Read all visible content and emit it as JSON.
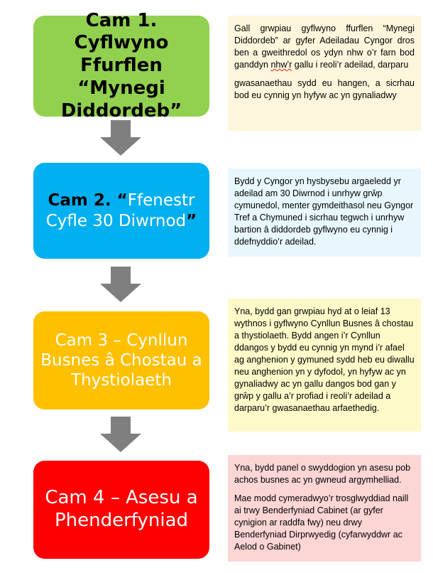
{
  "stages": [
    {
      "line1": "Cam 1. Cyflwyno",
      "line2": "Ffurflen “Mynegi",
      "line3": "Diddordeb”"
    },
    {
      "prefix": "Cam 2. “",
      "accent1": "Ffenestr",
      "accent2": "Cyfle 30 Diwrnod",
      "suffix": "”"
    },
    {
      "line1": "Cam 3 – Cynllun",
      "line2": "Busnes â Chostau a",
      "line3": "Thystiolaeth"
    },
    {
      "line1": "Cam 4 – Asesu a",
      "line2": "Phenderfyniad"
    }
  ],
  "notes": [
    {
      "p1_before": "Gall grwpiau gyflwyno ffurflen “Mynegi Diddordeb” ar gyfer Adeiladau Cyngor dros ben a gweithredol os ydyn nhw o’r farn bod ganddyn ",
      "p1_underlined": "nhw’r",
      "p1_after": " gallu i reoli’r adeilad, darparu",
      "p2": "gwasanaethau sydd eu hangen, a sicrhau bod eu cynnig yn hyfyw ac yn gynaliadwy"
    },
    {
      "p1": "Bydd y Cyngor yn hysbysebu argaeledd yr adeilad am 30 Diwrnod i unrhyw grŵp cymunedol, menter gymdeithasol neu Gyngor Tref a Chymuned i sicrhau tegwch i unrhyw bartion â diddordeb gyflwyno eu cynnig i ddefnyddio’r adeilad."
    },
    {
      "p1": "Yna, bydd gan grwpiau hyd at o leiaf 13 wythnos i gyflwyno Cynllun Busnes â chostau a thystiolaeth. Bydd angen i’r Cynllun ddangos y bydd eu cynnig yn mynd i’r afael ag anghenion y gymuned sydd heb eu diwallu neu anghenion yn y dyfodol, yn hyfyw ac yn gynaliadwy ac yn gallu dangos bod gan y grŵp y gallu a’r profiad i reoli’r adeilad a darparu’r gwasanaethau arfaethedig."
    },
    {
      "p1": "Yna, bydd panel o swyddogion yn asesu pob achos busnes ac yn gwneud argymhelliad.",
      "p2": "Mae modd cymeradwyo’r trosglwyddiad naill ai trwy Benderfyniad Cabinet (ar gyfer cynigion ar raddfa fwy) neu drwy Benderfyniad Dirprwyedig (cyfarwyddwr ac Aelod o Gabinet)"
    }
  ],
  "colors": {
    "stage1": "#92d050",
    "stage2": "#00b0f0",
    "stage3": "#ffc000",
    "stage4": "#ff0000",
    "arrow": "#7f7f7f"
  }
}
